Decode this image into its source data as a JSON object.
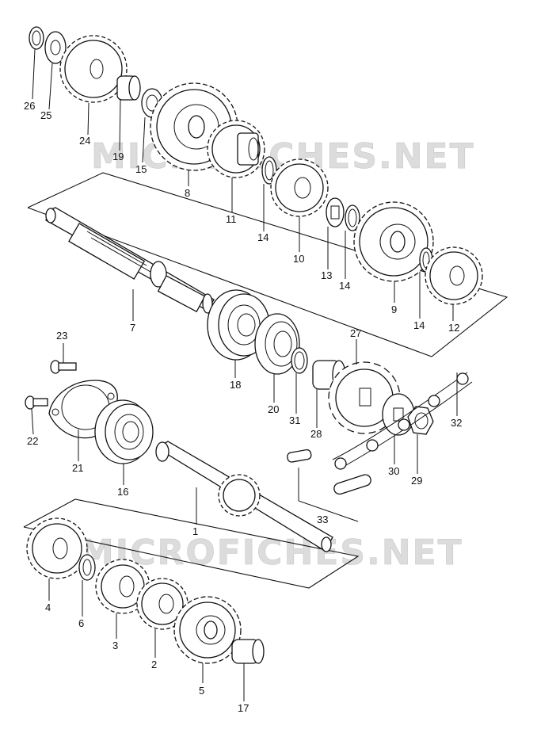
{
  "watermark": "MICROFICHES.NET",
  "callouts": [
    "26",
    "25",
    "24",
    "19",
    "15",
    "8",
    "11",
    "14",
    "10",
    "13",
    "14",
    "9",
    "14",
    "12",
    "7",
    "23",
    "18",
    "20",
    "31",
    "28",
    "27",
    "32",
    "22",
    "21",
    "16",
    "1",
    "30",
    "29",
    "33",
    "4",
    "6",
    "3",
    "2",
    "5",
    "17"
  ],
  "colors": {
    "line": "#111111",
    "background": "#ffffff",
    "watermark": "#dcdcdc"
  }
}
